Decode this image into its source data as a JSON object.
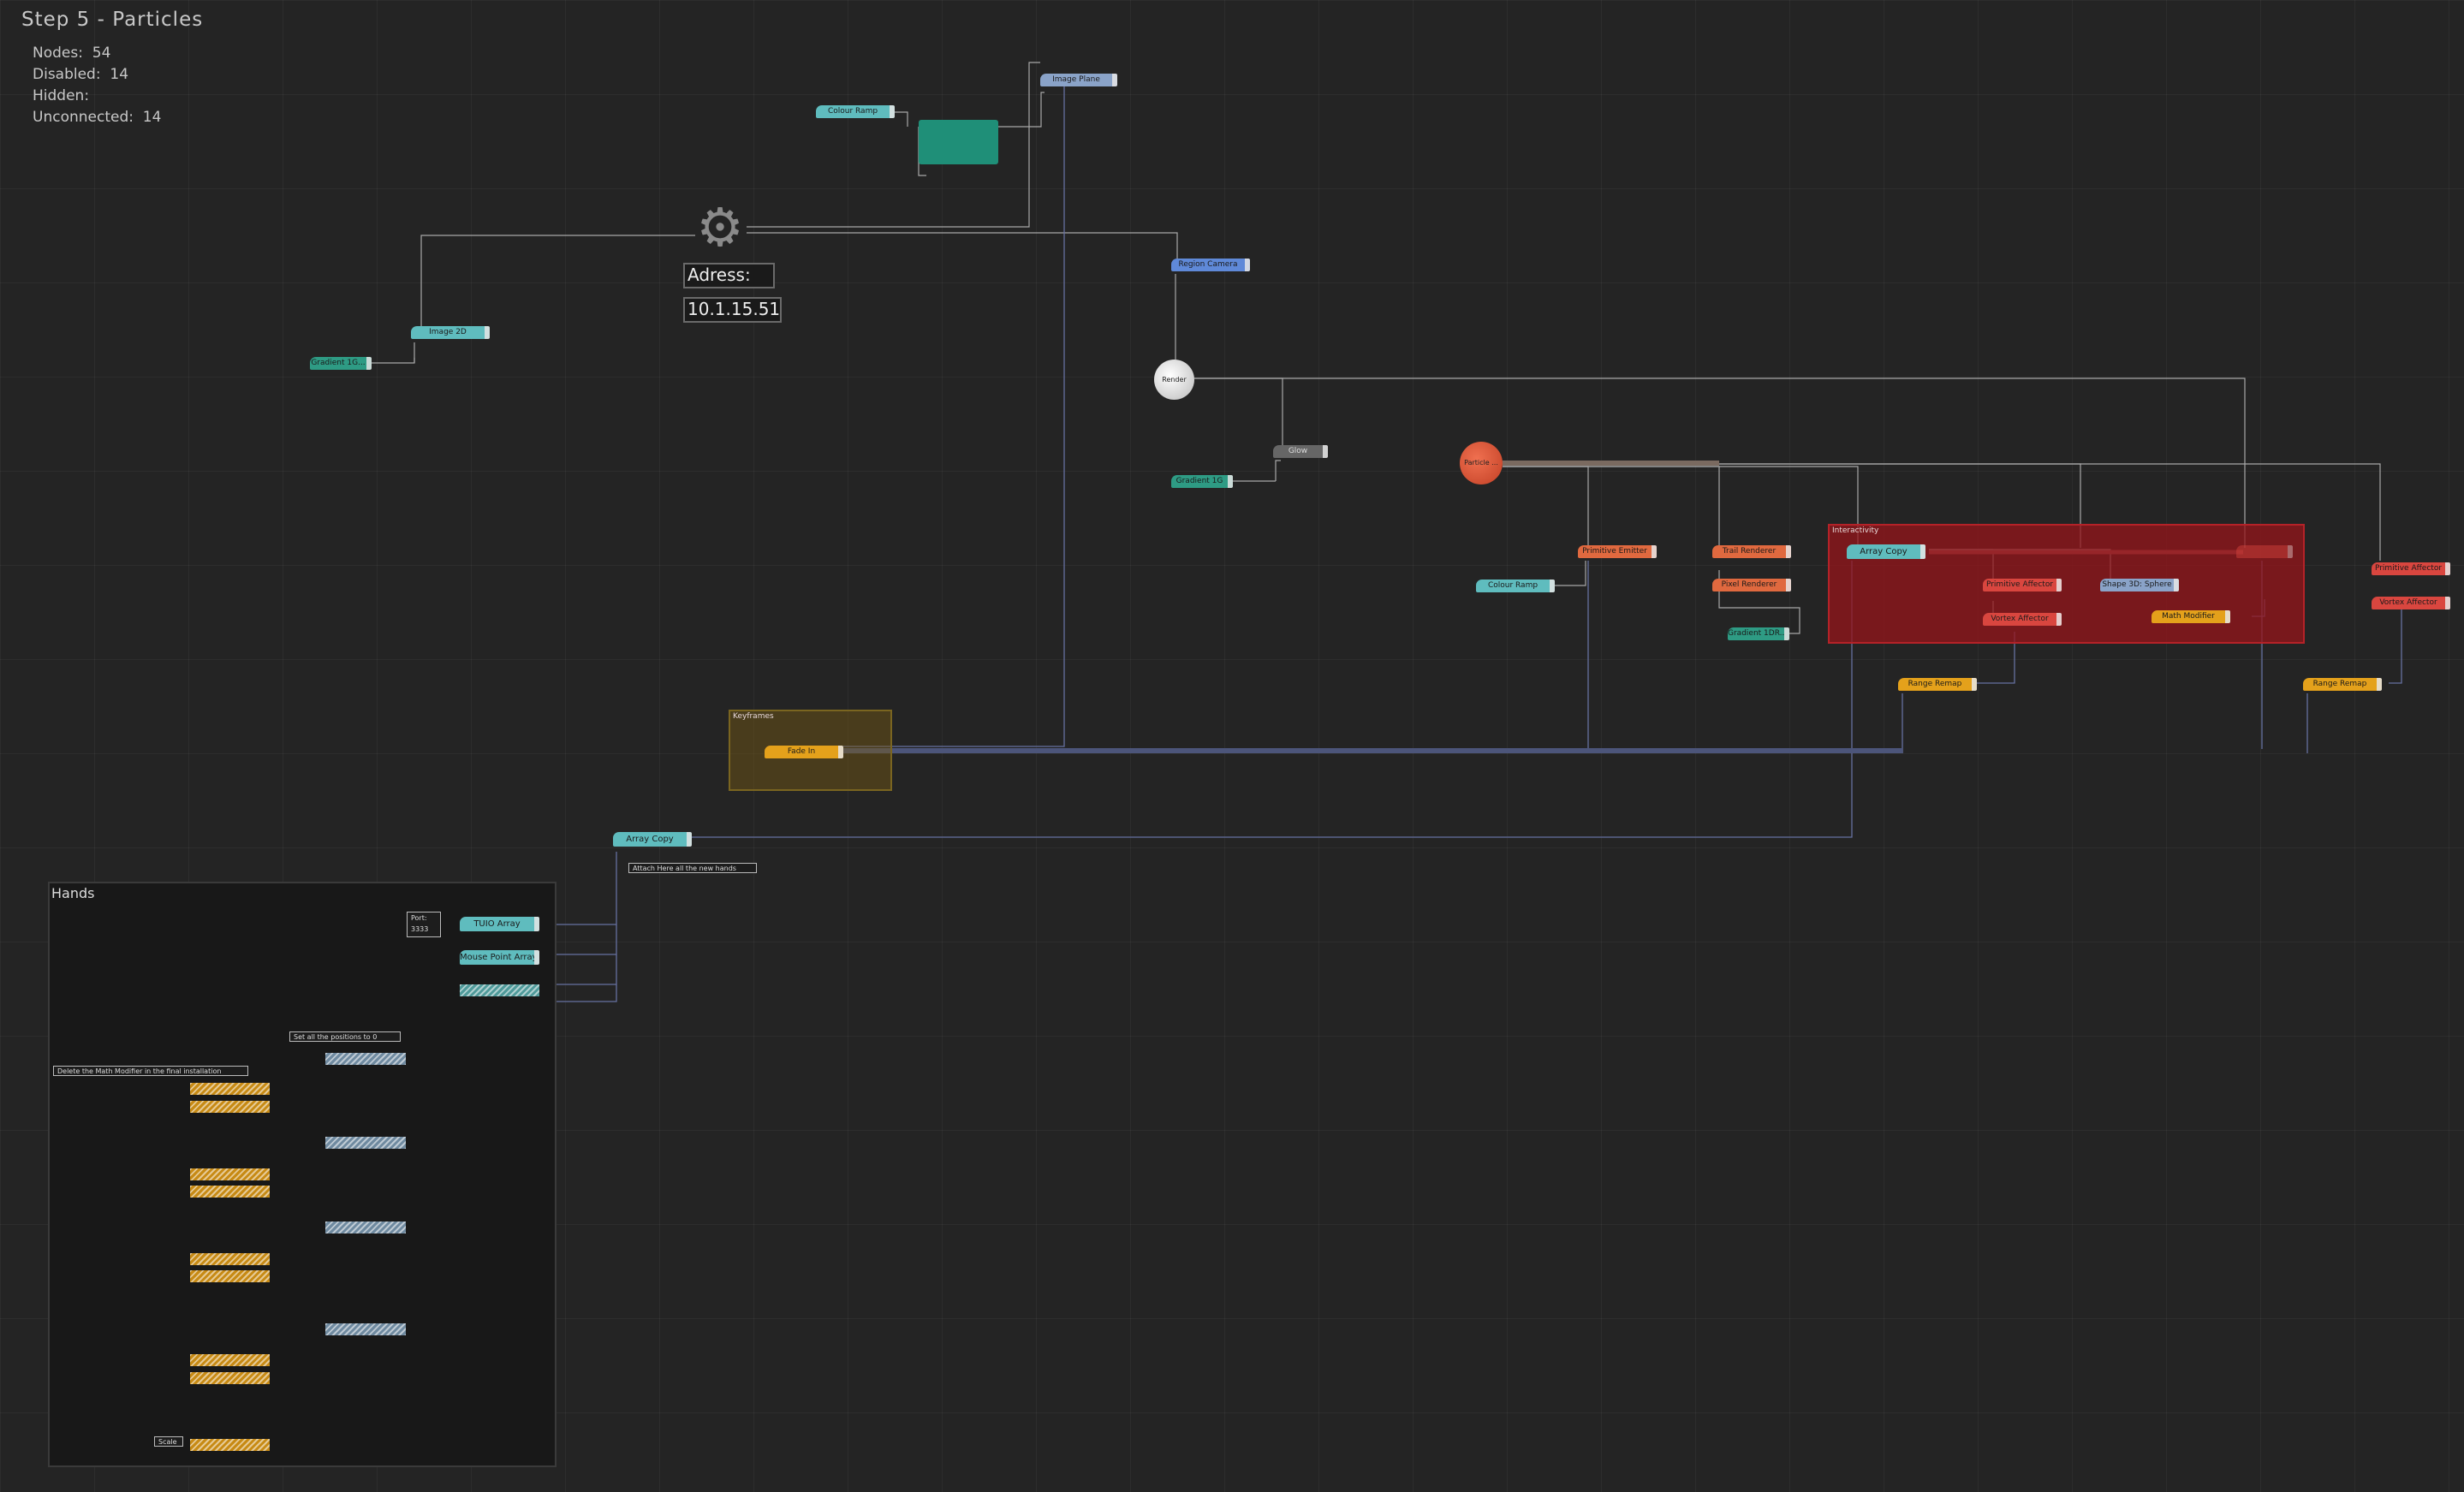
{
  "canvas": {
    "title": "Step  5  -  Particles",
    "stats": [
      {
        "label": "Nodes:",
        "value": "54"
      },
      {
        "label": "Disabled:",
        "value": "14"
      },
      {
        "label": "Hidden:",
        "value": ""
      },
      {
        "label": "Unconnected:",
        "value": "14"
      }
    ]
  },
  "osc": {
    "address_label": "Adress:",
    "address_value": "10.1.15.51"
  },
  "nodes": {
    "colour_ramp_top": "Colour Ramp",
    "image_plane": "Image Plane",
    "image_2d": "Image 2D",
    "gradient_left": "Gradient 1G...",
    "region_camera": "Region Camera",
    "render": "Render",
    "glow": "Glow",
    "gradient_mid": "Gradient 1G",
    "particle": "Particle ...",
    "primitive_emitter": "Primitive Emitter",
    "colour_ramp_mid": "Colour Ramp",
    "trail_renderer": "Trail Renderer",
    "pixel_renderer": "Pixel Renderer",
    "gradient_right": "Gradient 1DR...",
    "array_copy_inner": "Array Copy",
    "primitive_affector_inner": "Primitive Affector",
    "vortex_affector_inner": "Vortex Affector",
    "shape_3d_sphere": "Shape 3D: Sphere",
    "math_modifier": "Math Modifier",
    "range_remap_1": "Range Remap",
    "range_remap_2": "Range Remap",
    "primitive_affector_outer": "Primitive Affector",
    "vortex_affector_outer": "Vortex Affector",
    "fade_in": "Fade In",
    "array_copy_main": "Array Copy",
    "tuio_array": "TUIO Array",
    "mouse_point_array": "Mouse Point Array"
  },
  "groups": {
    "interactivity": "Interactivity",
    "keyframes": "Keyframes",
    "hands": "Hands"
  },
  "comments": {
    "attach": "Attach Here all the new hands",
    "port_label": "Port:",
    "port_value": "3333",
    "set_positions": "Set  all  the  positions  to  0",
    "delete_math": "Delete  the  Math  Modifier  in  the  final  installation",
    "scale": "Scale"
  },
  "colors": {
    "background": "#242424",
    "teal": "#5fbcbe",
    "orange": "#e0693f",
    "red": "#d9463f",
    "yellow": "#e4a11b",
    "blue": "#5f89d8",
    "wire": "#aaaaaa",
    "wire_blue": "#6670a0"
  }
}
